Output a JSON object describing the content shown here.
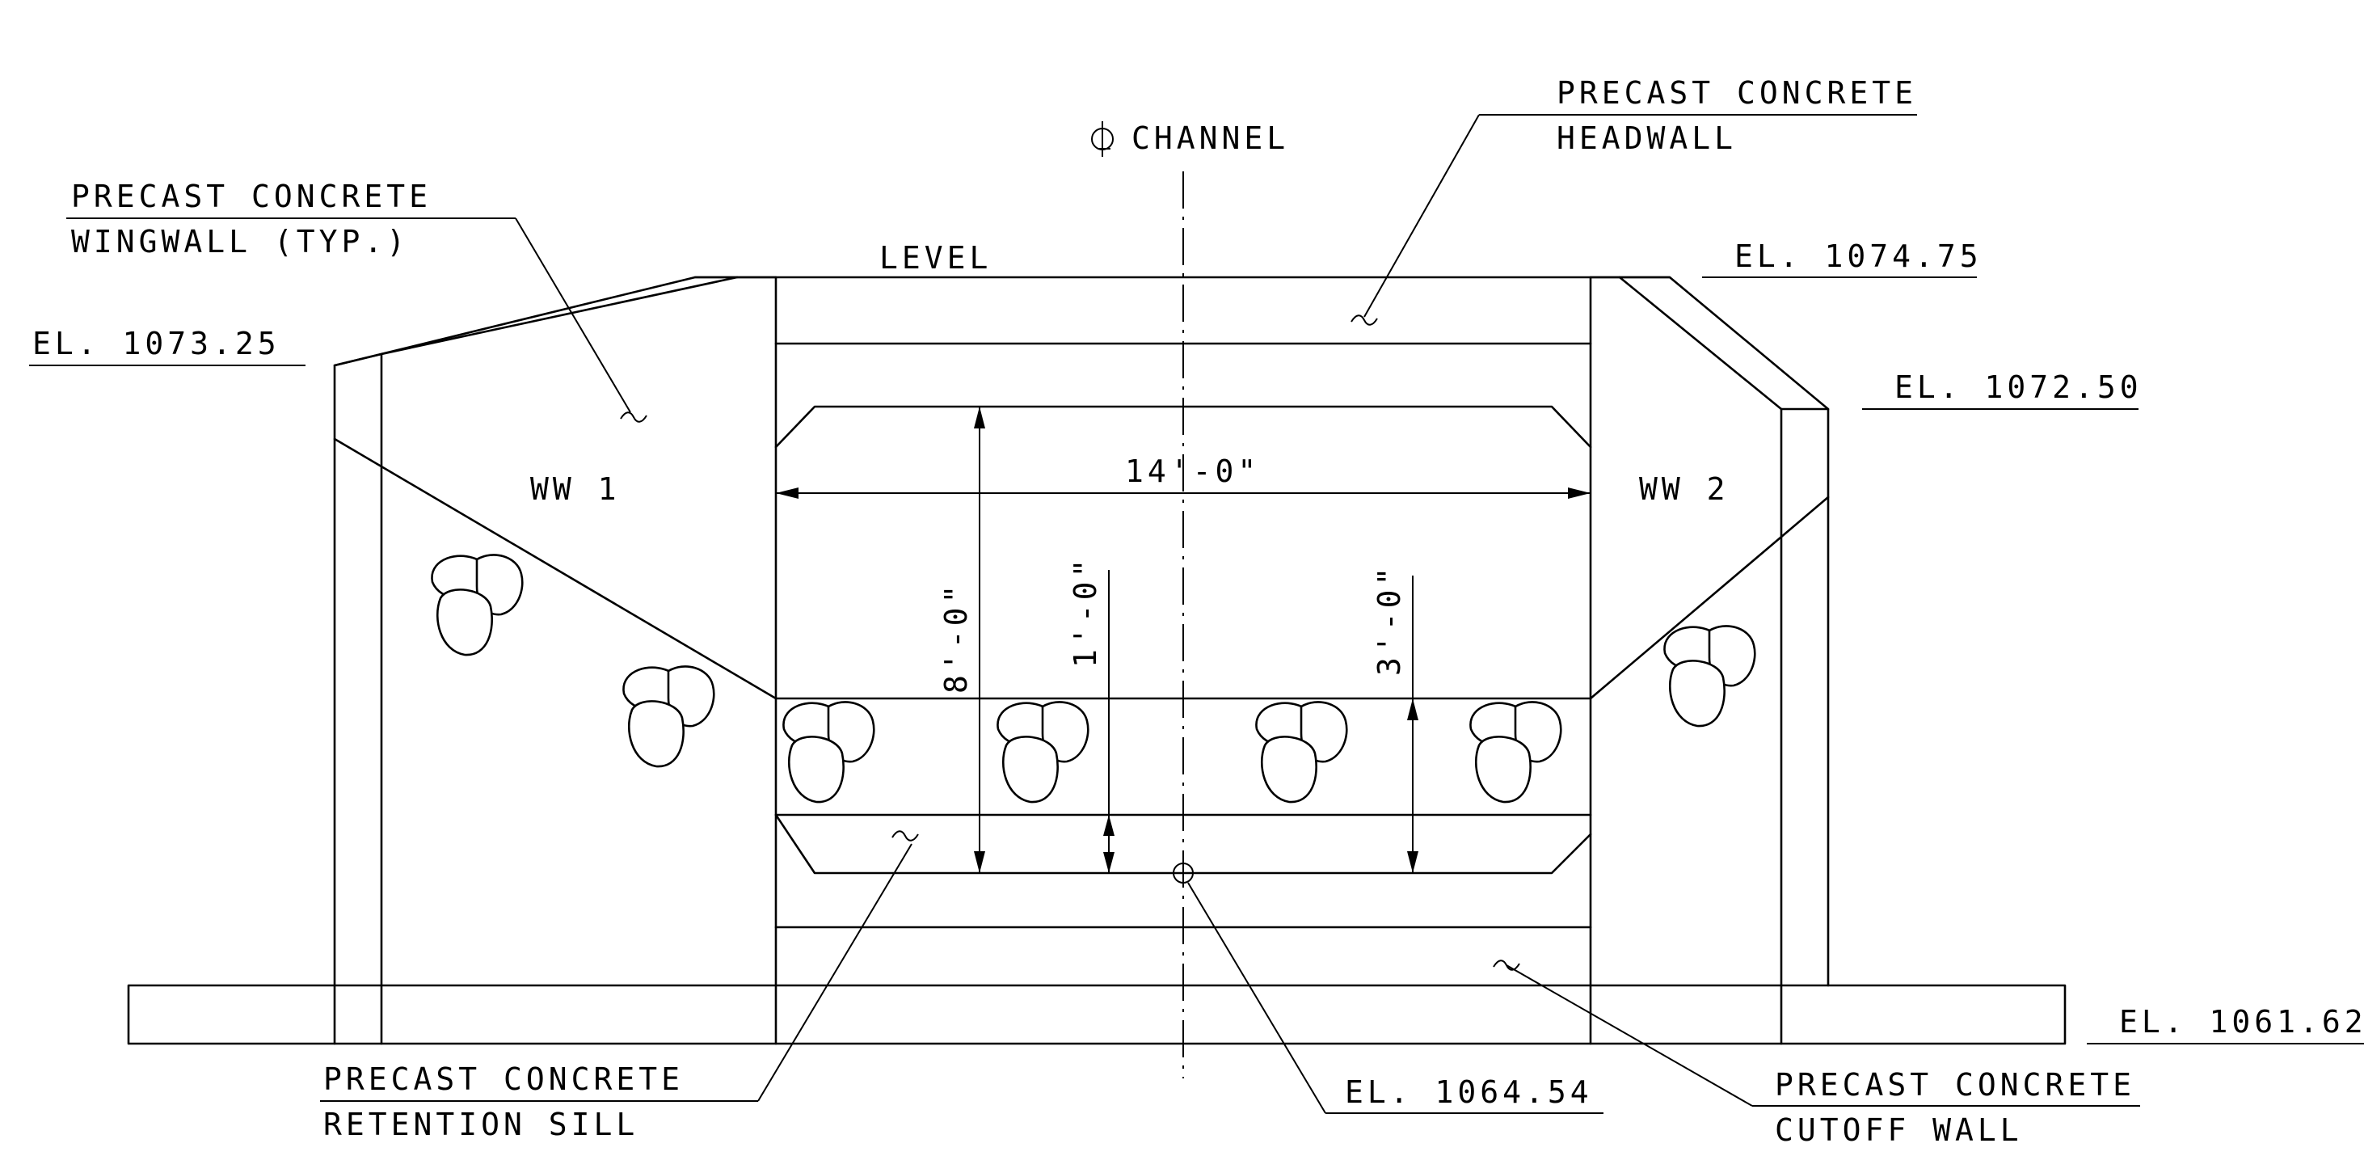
{
  "labels": {
    "headwall_line1": "PRECAST CONCRETE",
    "headwall_line2": "HEADWALL",
    "channel": "CHANNEL",
    "wingwall_line1": "PRECAST CONCRETE",
    "wingwall_line2": "WINGWALL (TYP.)",
    "level": "LEVEL",
    "el_top_right": "EL. 1074.75",
    "el_top_left": "EL. 1073.25",
    "el_right_wing": "EL. 1072.50",
    "ww1": "WW 1",
    "ww2": "WW 2",
    "dim_width": "14'-0\"",
    "dim_height": "8'-0\"",
    "dim_sill": "1'-0\"",
    "dim_fill": "3'-0\"",
    "el_base_right": "EL. 1061.62",
    "sill_line1": "PRECAST CONCRETE",
    "sill_line2": "RETENTION SILL",
    "el_invert": "EL. 1064.54",
    "cutoff_line1": "PRECAST CONCRETE",
    "cutoff_line2": "CUTOFF WALL"
  },
  "symbols": {
    "centerline": "centerline-symbol"
  }
}
